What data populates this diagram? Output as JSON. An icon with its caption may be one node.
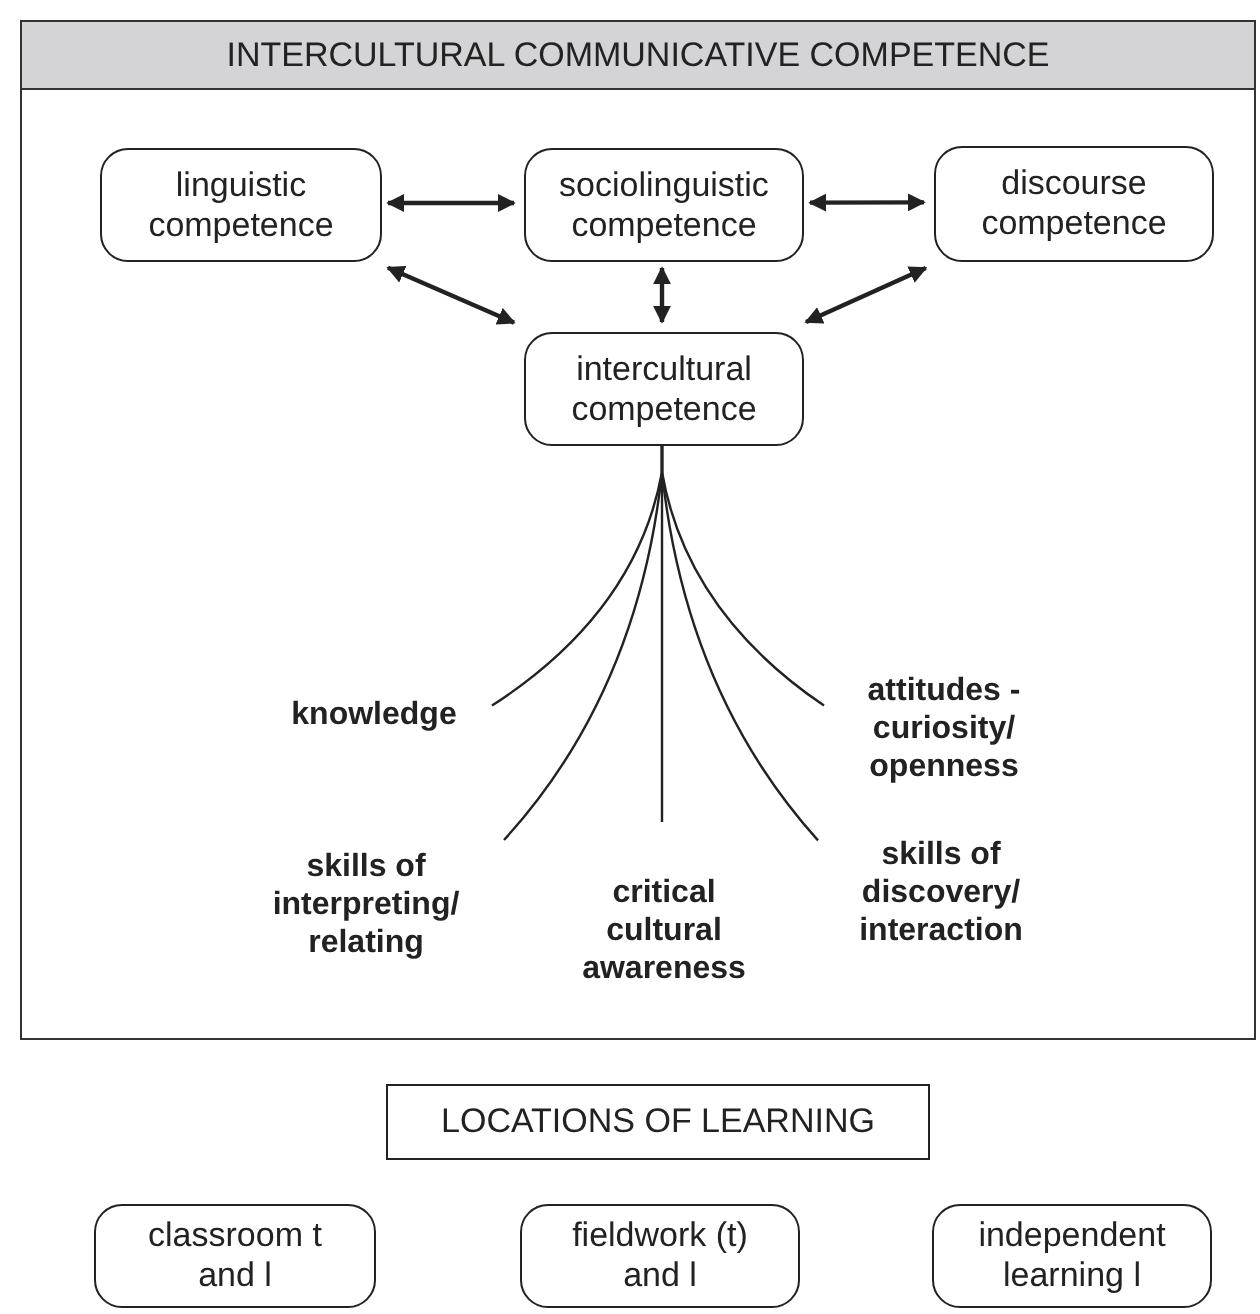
{
  "diagram": {
    "nodes": [
      {
        "text": [
          "INTERCULTURAL COMMUNICATIVE COMPETENCE"
        ]
      },
      {
        "text": [
          "linguistic competence"
        ],
        "in": 0
      },
      {
        "text": [
          "sociolinguistic competence"
        ],
        "in": 0
      },
      {
        "text": [
          "discourse competence"
        ],
        "in": 0
      },
      {
        "text": [
          "intercultural competence"
        ],
        "in": 0
      },
      {
        "text": [
          "knowledge"
        ],
        "in": 0
      },
      {
        "text": [
          "skills of interpreting/ relating"
        ],
        "in": 0
      },
      {
        "text": [
          "critical cultural awareness"
        ],
        "in": 0
      },
      {
        "text": [
          "attitudes - curiosity/ openness"
        ],
        "in": 0
      },
      {
        "text": [
          "skills of discovery/ interaction"
        ],
        "in": 0
      },
      {
        "text": [
          "LOCATIONS OF LEARNING"
        ]
      },
      {
        "text": [
          "classroom t and l"
        ]
      },
      {
        "text": [
          "fieldwork (t) and l"
        ]
      },
      {
        "text": [
          "independent learning l"
        ]
      }
    ],
    "edges": [
      {
        "from": 1,
        "to": 2,
        "arrow": "both"
      },
      {
        "from": 2,
        "to": 3,
        "arrow": "both"
      },
      {
        "from": 1,
        "to": 4,
        "arrow": "both"
      },
      {
        "from": 2,
        "to": 4,
        "arrow": "both"
      },
      {
        "from": 3,
        "to": 4,
        "arrow": "both"
      },
      {
        "from": 4,
        "to": 5,
        "arrow": "none"
      },
      {
        "from": 4,
        "to": 6,
        "arrow": "none"
      },
      {
        "from": 4,
        "to": 7,
        "arrow": "none"
      },
      {
        "from": 4,
        "to": 8,
        "arrow": "none"
      },
      {
        "from": 4,
        "to": 9,
        "arrow": "none"
      }
    ]
  }
}
